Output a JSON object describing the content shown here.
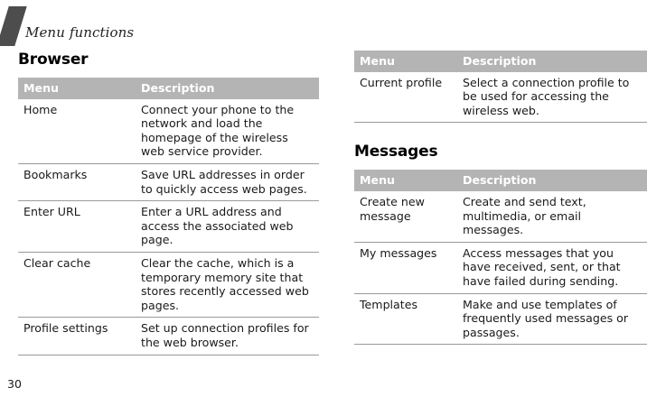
{
  "header": {
    "running_title": "Menu functions",
    "slash_color": "#4d4d4d"
  },
  "folio": "30",
  "theme": {
    "table_header_bg": "#b4b4b4",
    "table_header_text": "#ffffff",
    "rule_color": "#9a9a9a",
    "body_text": "#1a1a1a"
  },
  "left_column": {
    "section": {
      "title": "Browser",
      "table": {
        "columns": [
          "Menu",
          "Description"
        ],
        "rows": [
          {
            "menu": "Home",
            "description": "Connect your phone to the network and load the homepage of the wireless web service provider."
          },
          {
            "menu": "Bookmarks",
            "description": "Save URL addresses in order to quickly access web pages."
          },
          {
            "menu": "Enter URL",
            "description": "Enter a URL address and access the associated web page."
          },
          {
            "menu": "Clear cache",
            "description": "Clear the cache, which is a temporary memory site that stores recently accessed web pages."
          },
          {
            "menu": "Profile settings",
            "description": "Set up connection profiles for the web browser."
          }
        ]
      }
    }
  },
  "right_column": {
    "browser_continued": {
      "table": {
        "columns": [
          "Menu",
          "Description"
        ],
        "rows": [
          {
            "menu": "Current profile",
            "description": "Select a connection profile to be used for accessing the wireless web."
          }
        ]
      }
    },
    "messages_section": {
      "title": "Messages",
      "table": {
        "columns": [
          "Menu",
          "Description"
        ],
        "rows": [
          {
            "menu": "Create new message",
            "description": "Create and send text, multimedia, or email messages."
          },
          {
            "menu": "My messages",
            "description": "Access messages that you have received, sent, or that have failed during sending."
          },
          {
            "menu": "Templates",
            "description": "Make and use templates of frequently used messages or passages."
          }
        ]
      }
    }
  }
}
